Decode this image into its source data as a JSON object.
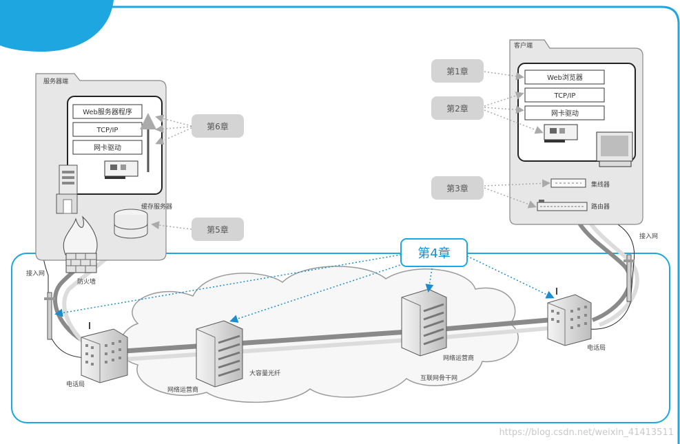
{
  "server": {
    "title": "服务器端",
    "layers": [
      "Web服务器程序",
      "TCP/IP",
      "网卡驱动"
    ],
    "cache_label": "缓存服务器",
    "firewall_label": "防火墙"
  },
  "client": {
    "title": "客户端",
    "layers": [
      "Web浏览器",
      "TCP/IP",
      "网卡驱动"
    ],
    "hub_label": "集线器",
    "router_label": "路由器"
  },
  "chapters": {
    "ch1": "第1章",
    "ch2": "第2章",
    "ch3": "第3章",
    "ch4": "第4章",
    "ch5": "第5章",
    "ch6": "第6章"
  },
  "network": {
    "access_left": "接入网",
    "access_right": "接入网",
    "telco_left": "电话局",
    "telco_right": "电话局",
    "isp_left": "网络运营商",
    "isp_right": "网络运营商",
    "fiber": "大容量光纤",
    "backbone": "互联网骨干网"
  },
  "watermark": "https://blog.csdn.net/weixin_41413511",
  "colors": {
    "accent": "#1ea6e0",
    "chapter_box": "#d4d4d4",
    "cable_dark": "#8a8a8a",
    "cable_light": "#d8d8d8"
  }
}
